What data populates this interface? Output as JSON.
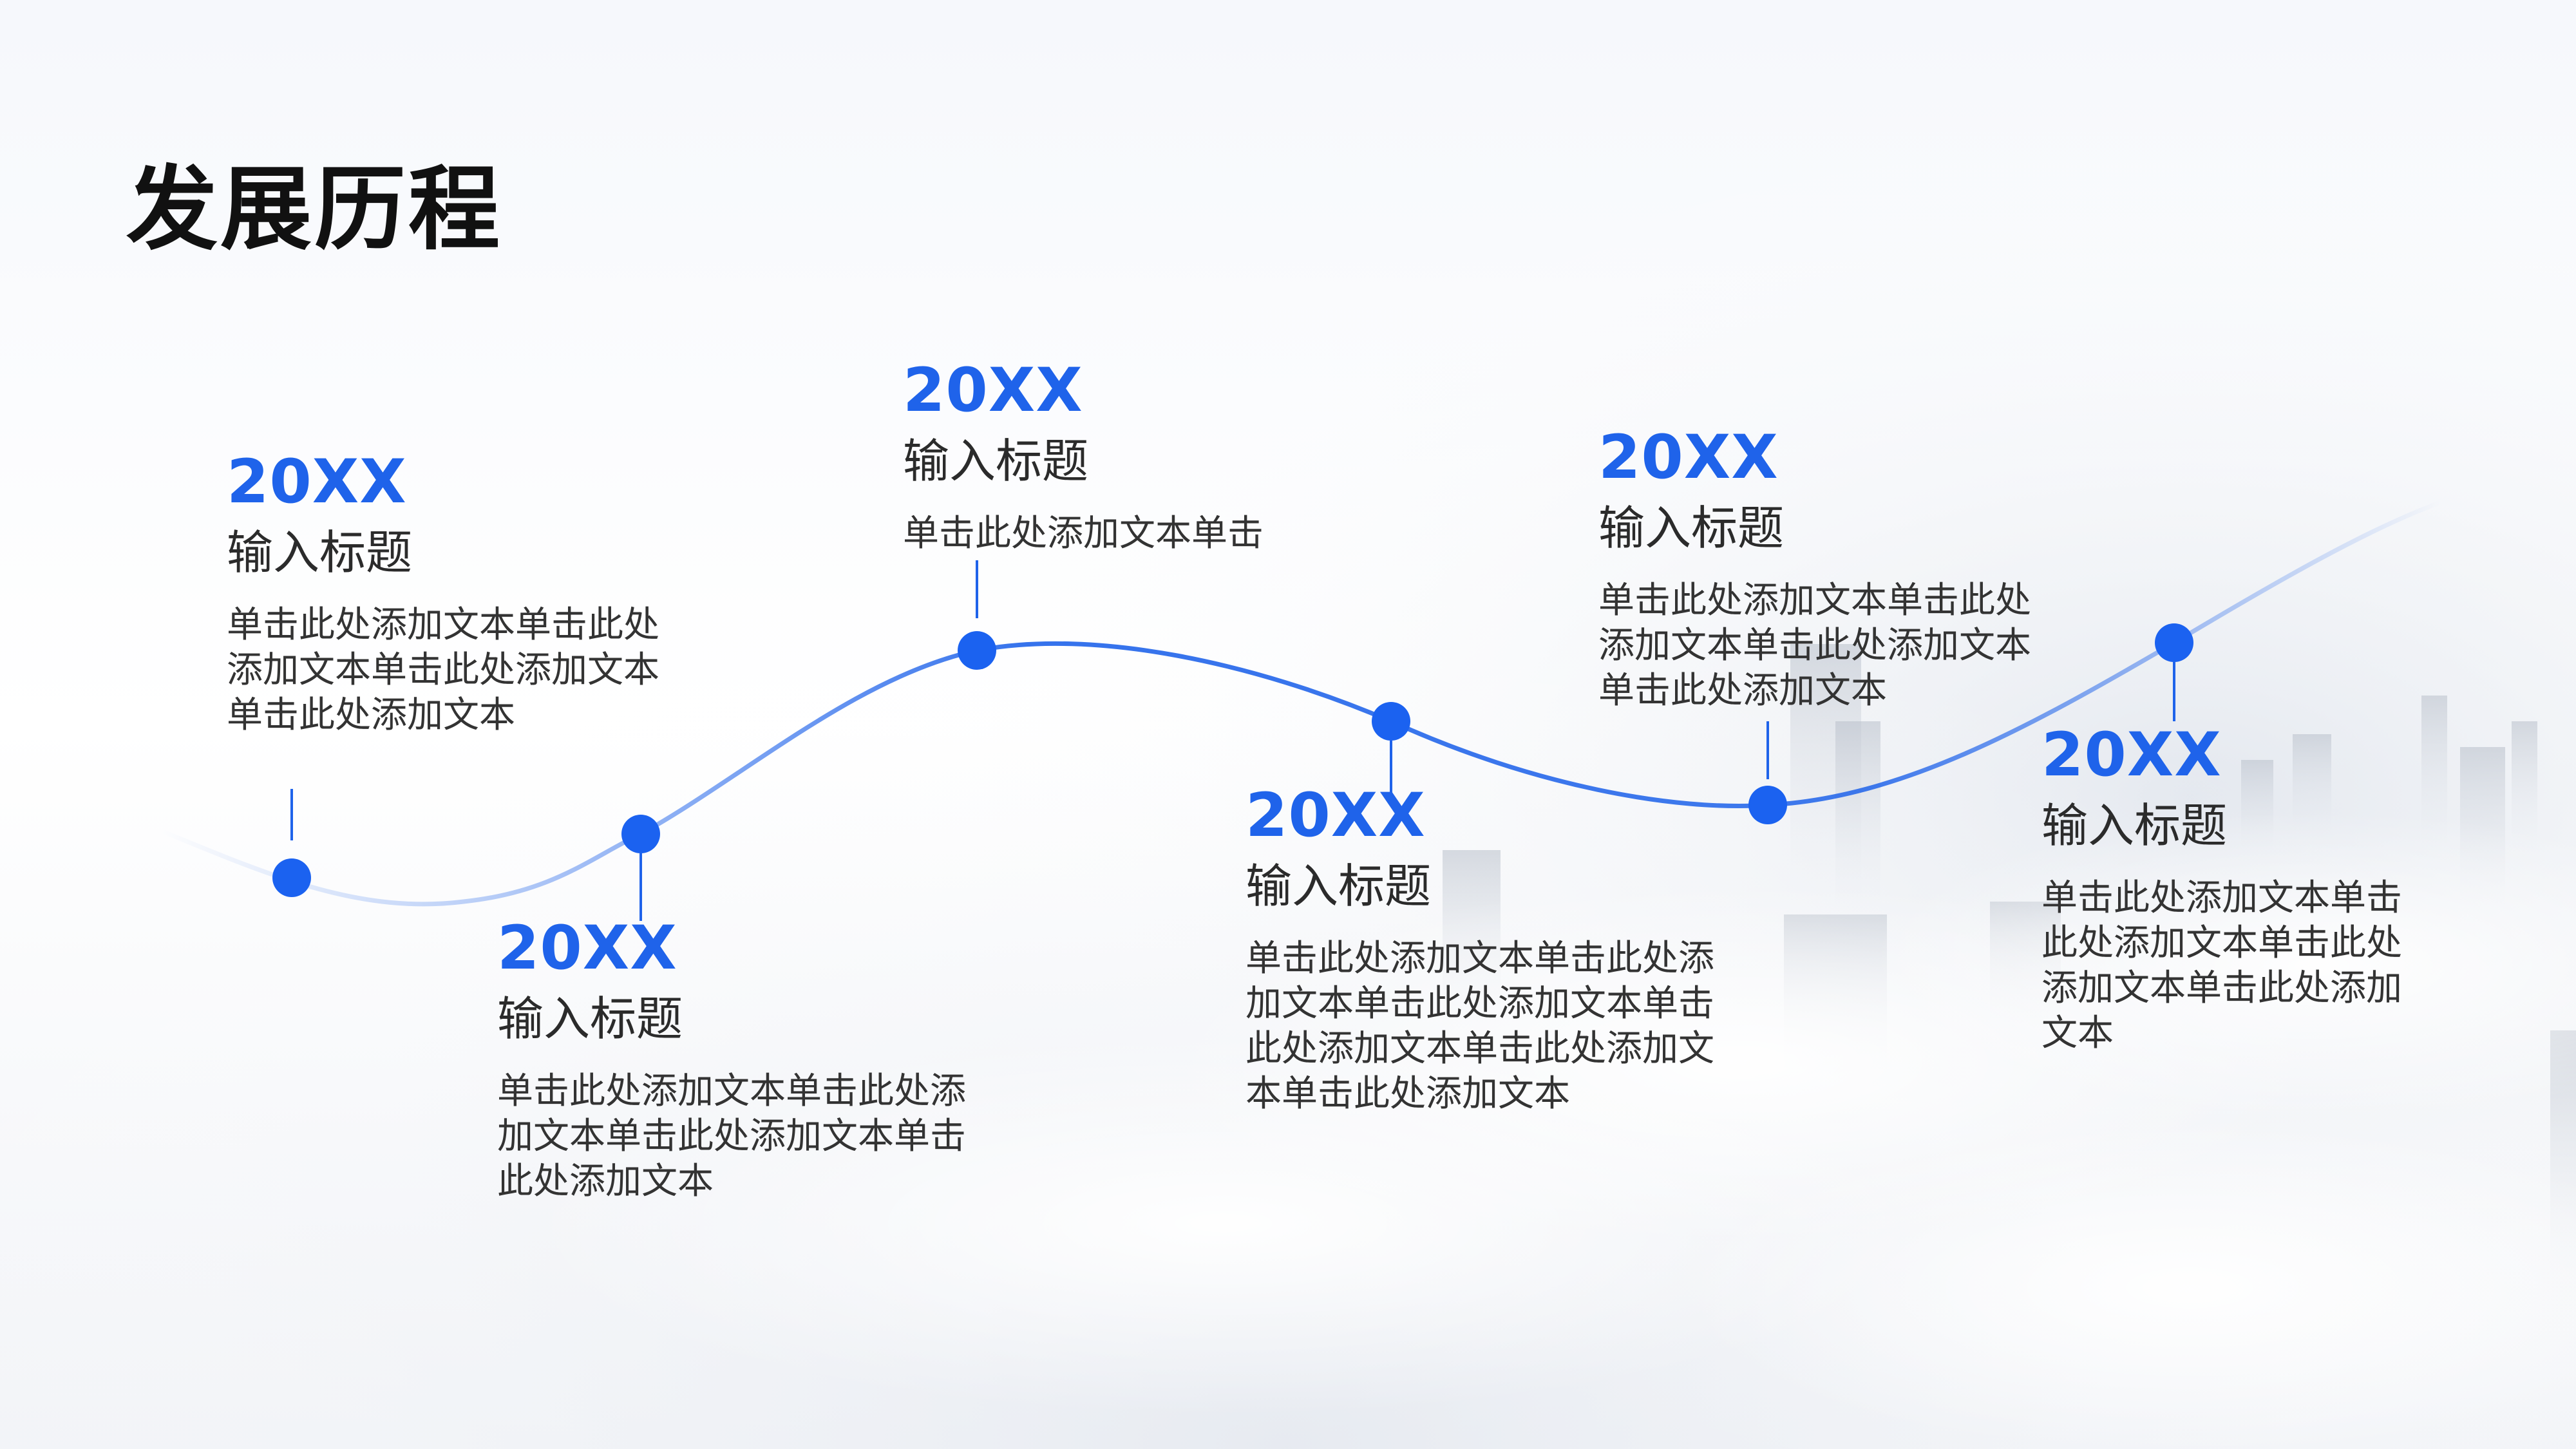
{
  "page_title": "发展历程",
  "colors": {
    "accent": "#1f63ea",
    "title_text": "#111111",
    "body_text": "#333333"
  },
  "milestones": [
    {
      "year": "20XX",
      "title": "输入标题",
      "desc_lines": [
        "单击此处添加文本单击此处",
        "添加文本单击此处添加文本",
        "单击此处添加文本"
      ]
    },
    {
      "year": "20XX",
      "title": "输入标题",
      "desc_lines": [
        "单击此处添加文本单击此处添",
        "加文本单击此处添加文本单击",
        "此处添加文本"
      ]
    },
    {
      "year": "20XX",
      "title": "输入标题",
      "desc_lines": [
        "单击此处添加文本单击"
      ]
    },
    {
      "year": "20XX",
      "title": "输入标题",
      "desc_lines": [
        "单击此处添加文本单击此处添",
        "加文本单击此处添加文本单击",
        "此处添加文本单击此处添加文",
        "本单击此处添加文本"
      ]
    },
    {
      "year": "20XX",
      "title": "输入标题",
      "desc_lines": [
        "单击此处添加文本单击此处",
        "添加文本单击此处添加文本",
        "单击此处添加文本"
      ]
    },
    {
      "year": "20XX",
      "title": "输入标题",
      "desc_lines": [
        "单击此处添加文本单击",
        "此处添加文本单击此处",
        "添加文本单击此处添加",
        "文本"
      ]
    }
  ]
}
